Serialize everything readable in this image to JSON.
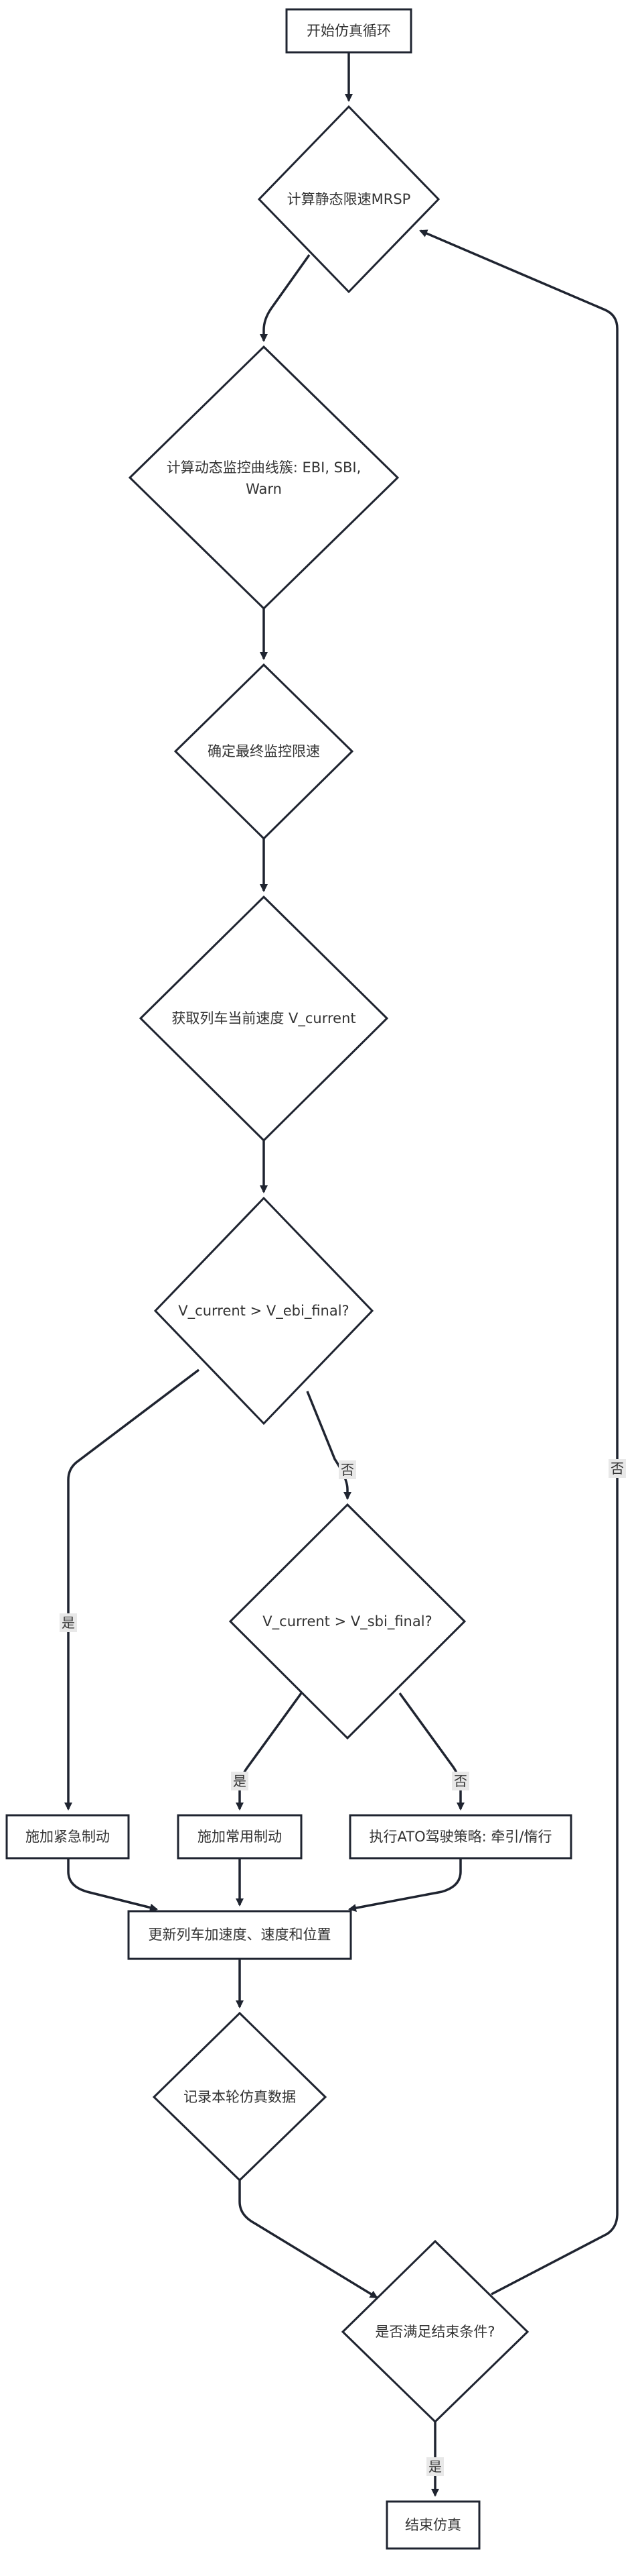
{
  "nodes": {
    "start": "开始仿真循环",
    "mrsp": "计算静态限速MRSP",
    "curves_line1": "计算动态监控曲线簇: EBI, SBI,",
    "curves_line2": "Warn",
    "final_limit": "确定最终监控限速",
    "get_speed": "获取列车当前速度 V_current",
    "check_ebi": "V_current > V_ebi_final?",
    "check_sbi": "V_current > V_sbi_final?",
    "emergency_brake": "施加紧急制动",
    "service_brake": "施加常用制动",
    "ato": "执行ATO驾驶策略: 牵引/惰行",
    "update": "更新列车加速度、速度和位置",
    "record": "记录本轮仿真数据",
    "check_end": "是否满足结束条件?",
    "end": "结束仿真"
  },
  "edge_labels": {
    "ebi_yes": "是",
    "ebi_no": "否",
    "sbi_yes": "是",
    "sbi_no": "否",
    "end_yes": "是",
    "end_no": "否"
  }
}
